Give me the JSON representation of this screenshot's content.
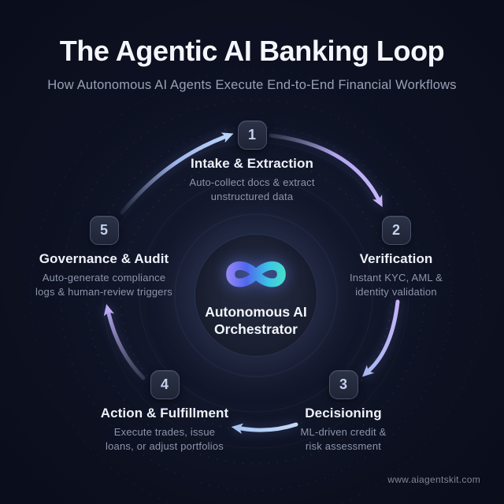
{
  "page": {
    "title": "The Agentic AI Banking Loop",
    "subtitle": "How Autonomous AI Agents Execute End-to-End Financial Workflows",
    "footer_url": "www.aiagentskit.com"
  },
  "center": {
    "icon": "infinity-icon",
    "label": "Autonomous AI\nOrchestrator"
  },
  "steps": [
    {
      "number": "1",
      "title": "Intake & Extraction",
      "description": "Auto-collect docs & extract\nunstructured data"
    },
    {
      "number": "2",
      "title": "Verification",
      "description": "Instant KYC, AML &\nidentity validation"
    },
    {
      "number": "3",
      "title": "Decisioning",
      "description": "ML-driven credit &\nrisk assessment"
    },
    {
      "number": "4",
      "title": "Action & Fulfillment",
      "description": "Execute trades, issue\nloans, or adjust portfolios"
    },
    {
      "number": "5",
      "title": "Governance & Audit",
      "description": "Auto-generate compliance\nlogs & human-review triggers"
    }
  ],
  "colors": {
    "background": "#0d1222",
    "arrow_lavender": "#c9b6fa",
    "arrow_blue": "#b9d4f8",
    "infinity_purple": "#9d8bf5",
    "infinity_blue": "#4f66ee",
    "infinity_cyan": "#3cc4e6",
    "infinity_teal": "#49e0c8"
  }
}
